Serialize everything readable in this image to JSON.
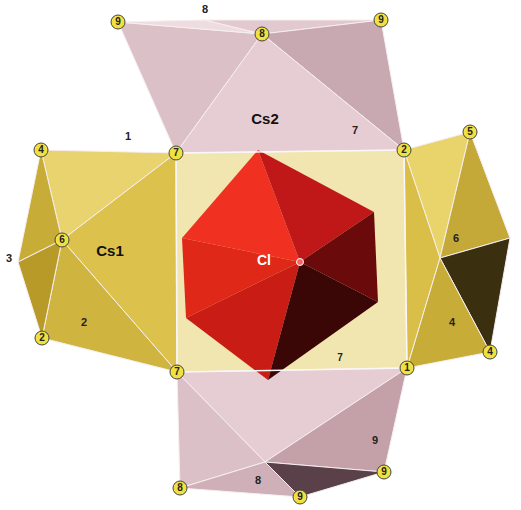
{
  "diagram": {
    "nodes": [
      {
        "text": [
          "Cs2"
        ]
      },
      {
        "text": [
          "Cs1"
        ]
      },
      {
        "text": [
          "Cl"
        ]
      }
    ],
    "labels": [
      "8",
      "9",
      "9",
      "8",
      "5",
      "7",
      "1",
      "4",
      "2",
      "7",
      "6",
      "6",
      "3",
      "2",
      "4",
      "2",
      "4",
      "7",
      "1",
      "7",
      "9",
      "9",
      "8",
      "8",
      "9"
    ]
  }
}
